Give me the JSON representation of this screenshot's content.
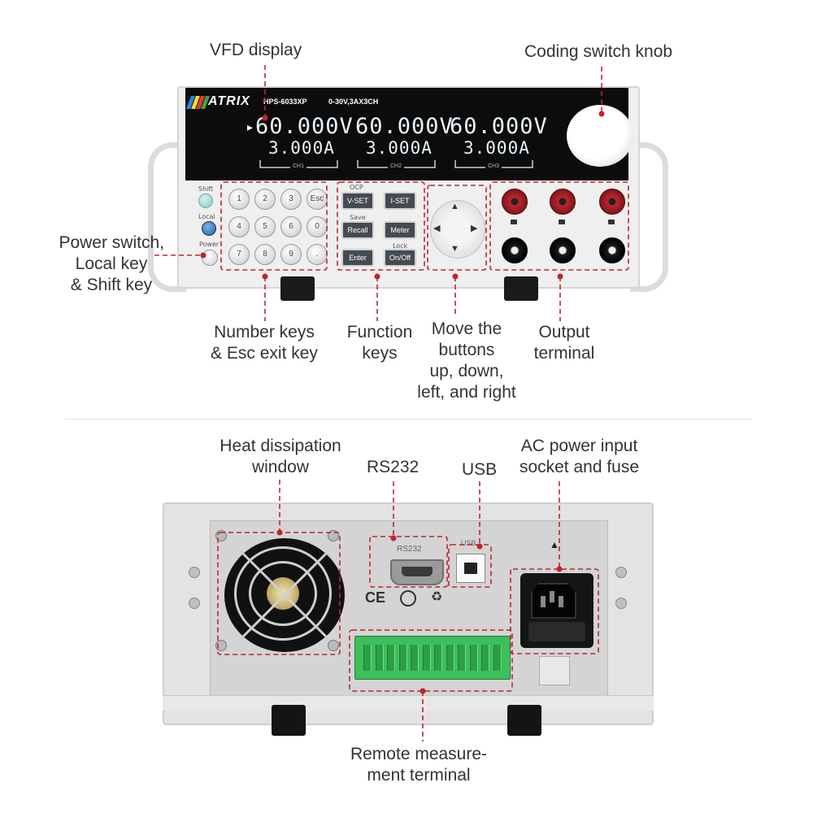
{
  "front": {
    "brand": "ATRIX",
    "model": "HPS-6033XP",
    "spec": "0-30V,3AX3CH",
    "channels": [
      {
        "voltage": "60.000V",
        "current": "3.000A",
        "tag": "CH1",
        "cursor": "▸"
      },
      {
        "voltage": "60.000V",
        "current": "3.000A",
        "tag": "CH2"
      },
      {
        "voltage": "60.000V",
        "current": "3.000A",
        "tag": "CH3"
      }
    ],
    "left_keys": {
      "shift": "Shift",
      "local": "Local",
      "power": "Power"
    },
    "number_keys": [
      "1",
      "2",
      "3",
      "Esc",
      "4",
      "5",
      "6",
      "0",
      "7",
      "8",
      "9",
      "."
    ],
    "function_keys": [
      "V-SET",
      "I-SET",
      "Recall",
      "Meter",
      "Enter",
      "On/Off"
    ],
    "function_key_captions": [
      "OCP",
      "Save",
      "Lock"
    ]
  },
  "labels": {
    "vfd_display": "VFD display",
    "coding_knob": "Coding switch knob",
    "power_switch": [
      "Power switch,",
      "Local key",
      "& Shift key"
    ],
    "number_keys": [
      "Number keys",
      "& Esc exit key"
    ],
    "function_keys": [
      "Function",
      "keys"
    ],
    "move_buttons": [
      "Move the",
      "buttons",
      "up, down,",
      "left, and right"
    ],
    "output_terminal": [
      "Output",
      "terminal"
    ],
    "heat_window": [
      "Heat dissipation",
      "window"
    ],
    "rs232": "RS232",
    "usb": "USB",
    "ac_power": [
      "AC power input",
      "socket and fuse"
    ],
    "remote_terminal": [
      "Remote measure-",
      "ment terminal"
    ]
  },
  "rear": {
    "rs232_print": "RS232",
    "usb_print": "USB",
    "ce_mark": "CE"
  },
  "colors": {
    "callout": "#c0242c",
    "terminal_red": "#c0242c",
    "terminal_black": "#1a1a1a",
    "display_bg": "#0c0c0c",
    "vfd_text": "#eaf5ff",
    "connector_green": "#3cbf5a"
  }
}
